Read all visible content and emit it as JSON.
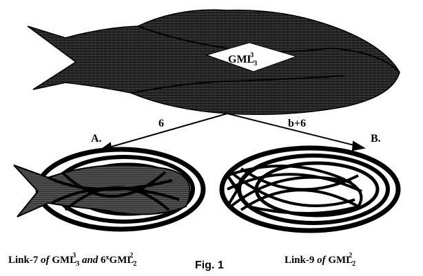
{
  "top_label": {
    "base": "GML",
    "sup": "3",
    "sub": "3"
  },
  "arrow_left_label": "6",
  "arrow_right_label": "b+6",
  "panel_a_label": "A.",
  "panel_b_label": "B.",
  "caption_left": {
    "t1": "Link-7 ",
    "t2": "of",
    "t3": " GML",
    "sup1": "3",
    "sub1": "3",
    "t4": " ",
    "t5": "and",
    "t6": " 6",
    "x": "x",
    "t7": "GML",
    "sup2": "2",
    "sub2": "2"
  },
  "caption_right": {
    "t1": "Link-9 ",
    "t2": "of",
    "t3": " GML",
    "sup": "2",
    "sub": "2"
  },
  "figure_label": "Fig. 1"
}
